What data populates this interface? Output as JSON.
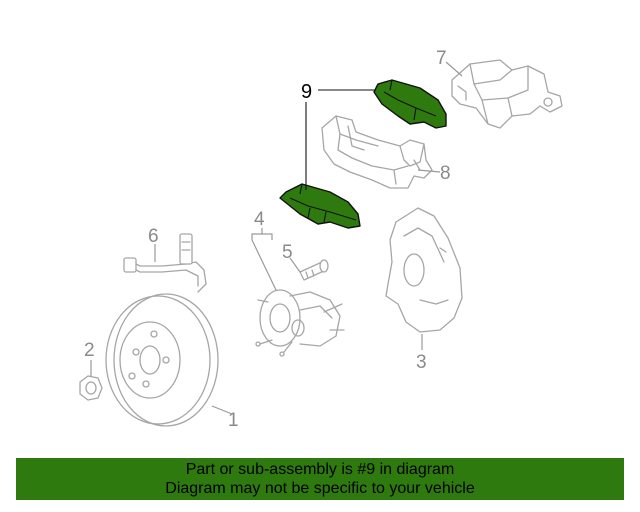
{
  "callouts": {
    "c1": "1",
    "c2": "2",
    "c3": "3",
    "c4": "4",
    "c5": "5",
    "c6": "6",
    "c7": "7",
    "c8": "8",
    "c9": "9"
  },
  "banner": {
    "line1": "Part or sub-assembly is #9 in diagram",
    "line2": "Diagram may not be specific to your vehicle"
  },
  "colors": {
    "highlight": "#2f7a0e",
    "line_art": "#a6a6a6"
  }
}
